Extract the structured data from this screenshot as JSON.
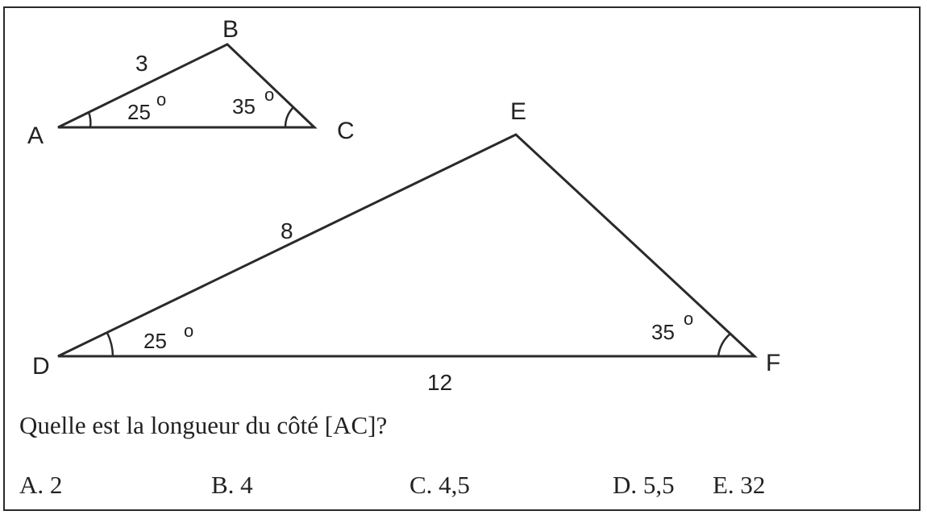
{
  "figure": {
    "triangle_small": {
      "vertices": [
        "A",
        "B",
        "C"
      ],
      "side_AB": "3",
      "angle_A": "25",
      "angle_C": "35"
    },
    "triangle_large": {
      "vertices": [
        "D",
        "E",
        "F"
      ],
      "side_DE": "8",
      "side_DF": "12",
      "angle_D": "25",
      "angle_F": "35"
    },
    "degree_mark": "o"
  },
  "question": "Quelle est la longueur du côté [AC]?",
  "choices": [
    "A. 2",
    "B. 4",
    "C. 4,5",
    "D. 5,5",
    "E. 32"
  ]
}
